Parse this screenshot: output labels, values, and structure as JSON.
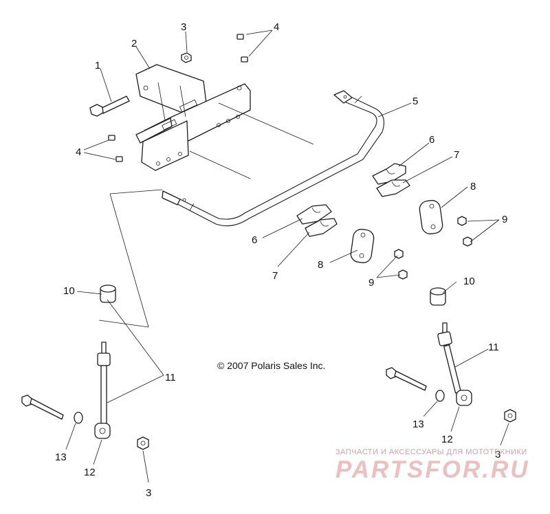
{
  "diagram": {
    "copyright": "© 2007 Polaris Sales Inc.",
    "callouts": [
      "1",
      "2",
      "3",
      "4",
      "4",
      "5",
      "6",
      "6",
      "7",
      "7",
      "8",
      "8",
      "9",
      "9",
      "10",
      "10",
      "11",
      "11",
      "12",
      "12",
      "13",
      "13",
      "3",
      "3"
    ]
  },
  "watermark": {
    "tagline": "ЗАПЧАСТИ И АКСЕССУАРЫ ДЛЯ МОТОТЕХНИКИ",
    "logo": "PARTSFOR.RU"
  }
}
